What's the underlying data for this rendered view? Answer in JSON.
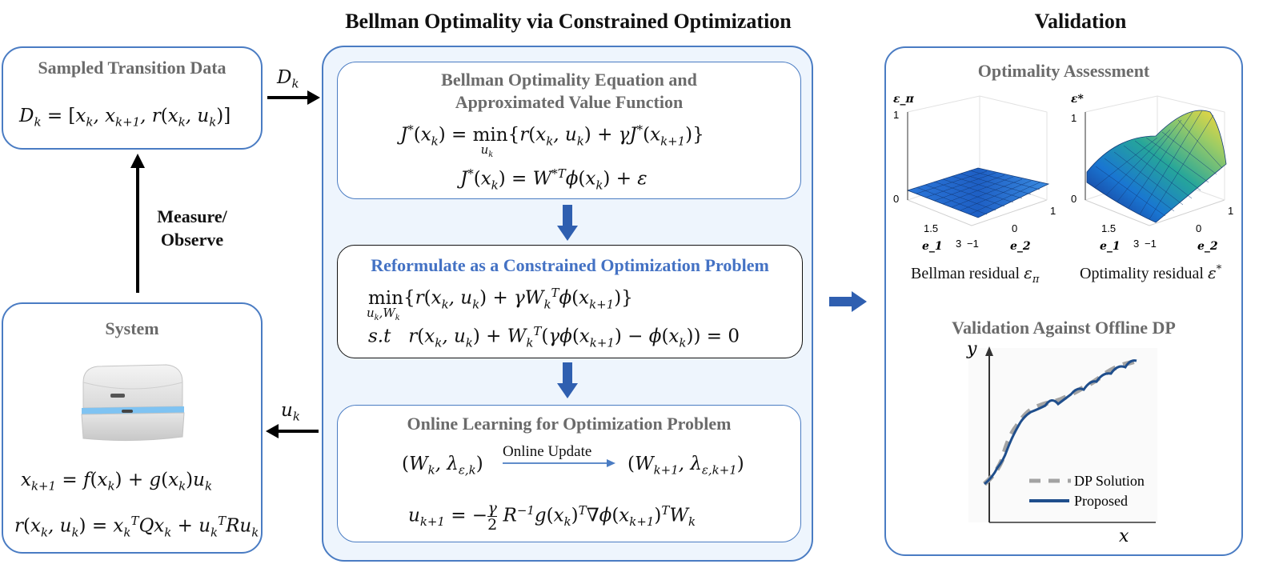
{
  "titles": {
    "center": "Bellman Optimality via Constrained Optimization",
    "right": "Validation"
  },
  "sampled": {
    "title": "Sampled Transition Data",
    "equation": "D_k = [x_k, x_{k+1}, r(x_k, u_k)]"
  },
  "arrows": {
    "data_label": "D_k",
    "measure_label_line1": "Measure/",
    "measure_label_line2": "Observe",
    "control_label": "u_k"
  },
  "system": {
    "title": "System",
    "eq1": "x_{k+1} = f(x_k) + g(x_k)u_k",
    "eq2": "r(x_k, u_k) = x_k^T Q x_k + u_k^T R u_k"
  },
  "bellman": {
    "title_line1": "Bellman Optimality Equation and",
    "title_line2": "Approximated Value Function",
    "eq1": "J*(x_k) = min_{u_k}{r(x_k, u_k) + γJ*(x_{k+1})}",
    "eq2": "J*(x_k) = W*^T φ(x_k) + ε"
  },
  "reform": {
    "title": "Reformulate as a Constrained Optimization Problem",
    "eq1": "min_{u_k,W_k}{r(x_k, u_k) + γW_k^T φ(x_{k+1})}",
    "eq2": "s.t  r(x_k, u_k) + W_k^T(γφ(x_{k+1}) − φ(x_k)) = 0"
  },
  "online": {
    "title": "Online Learning for Optimization Problem",
    "update_label": "Online Update",
    "eq_left": "(W_k, λ_{ε,k})",
    "eq_right": "(W_{k+1}, λ_{ε,k+1})",
    "eq2": "u_{k+1} = −(γ/2) R^{-1} g(x_k)^T ∇φ(x_{k+1})^T W_k"
  },
  "optimality": {
    "title": "Optimality Assessment",
    "plot1": {
      "z_label": "ε_π",
      "caption": "Bellman residual ε_π",
      "z_ticks": [
        "1",
        "0"
      ],
      "x_ticks": [
        "1.5",
        "3"
      ],
      "y_ticks": [
        "−1",
        "0",
        "1"
      ],
      "x_label": "e_1",
      "y_label": "e_2"
    },
    "plot2": {
      "z_label": "ε*",
      "caption": "Optimality residual ε*",
      "z_ticks": [
        "1",
        "0"
      ],
      "x_ticks": [
        "1.5",
        "3"
      ],
      "y_ticks": [
        "−1",
        "0",
        "1"
      ],
      "x_label": "e_1",
      "y_label": "e_2"
    }
  },
  "dp": {
    "title": "Validation Against Offline DP",
    "y_axis": "y",
    "x_axis": "x",
    "legend": [
      "DP Solution",
      "Proposed"
    ]
  },
  "colors": {
    "border": "#4a7cc3",
    "center_fill": "#eef5fd",
    "accent_title": "#4472c4",
    "arrow_blue": "#2f5fb0",
    "proposed_line": "#1f4e8c",
    "dp_line": "#9a9a9a"
  }
}
